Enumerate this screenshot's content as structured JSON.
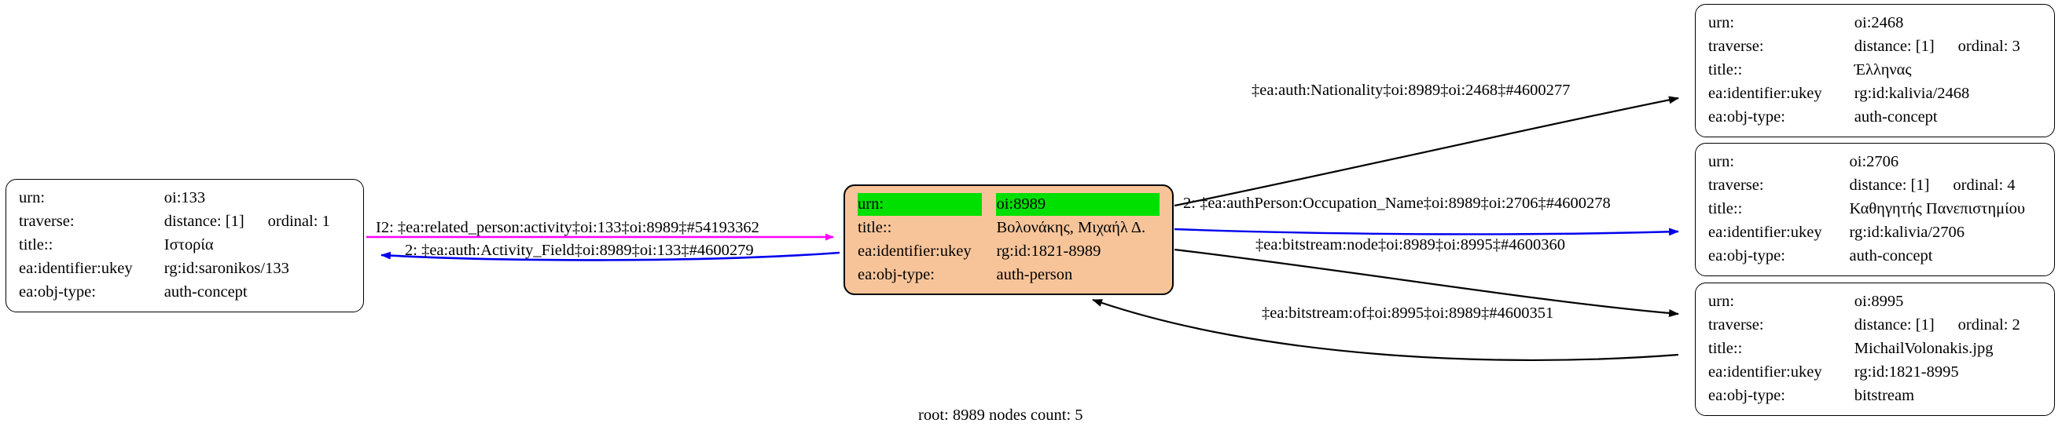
{
  "diagram": {
    "caption": "root: 8989 nodes count: 5",
    "colors": {
      "root_node_fill": "#f7c499",
      "highlight": "#00e000",
      "edge_default": "#000000",
      "edge_magenta": "#ff00ff",
      "edge_blue": "#0000ee",
      "node_border": "#000000",
      "node_fill": "#ffffff"
    },
    "field_labels": {
      "urn": "urn:",
      "traverse": "traverse:",
      "title": "title::",
      "ukey": "ea:identifier:ukey",
      "objtype": "ea:obj-type:"
    },
    "nodes": [
      {
        "id": "oi133",
        "urn": "oi:133",
        "traverse_distance": "distance: [1]",
        "traverse_ordinal": "ordinal: 1",
        "title": "Ιστορία",
        "ukey": "rg:id:saronikos/133",
        "objtype": "auth-concept",
        "highlighted": false
      },
      {
        "id": "oi8989",
        "urn": "oi:8989",
        "traverse_distance": "",
        "traverse_ordinal": "",
        "title": "Βολονάκης, Μιχαήλ Δ.",
        "ukey": "rg:id:1821-8989",
        "objtype": "auth-person",
        "highlighted": true
      },
      {
        "id": "oi2468",
        "urn": "oi:2468",
        "traverse_distance": "distance: [1]",
        "traverse_ordinal": "ordinal: 3",
        "title": "Έλληνας",
        "ukey": "rg:id:kalivia/2468",
        "objtype": "auth-concept",
        "highlighted": false
      },
      {
        "id": "oi2706",
        "urn": "oi:2706",
        "traverse_distance": "distance: [1]",
        "traverse_ordinal": "ordinal: 4",
        "title": "Καθηγητής Πανεπιστημίου",
        "ukey": "rg:id:kalivia/2706",
        "objtype": "auth-concept",
        "highlighted": false
      },
      {
        "id": "oi8995",
        "urn": "oi:8995",
        "traverse_distance": "distance: [1]",
        "traverse_ordinal": "ordinal: 2",
        "title": "MichailVolonakis.jpg",
        "ukey": "rg:id:1821-8995",
        "objtype": "bitstream",
        "highlighted": false
      }
    ],
    "edges": [
      {
        "id": "e-related-person-activity",
        "label": "I2: ‡ea:related_person:activity‡oi:133‡oi:8989‡#54193362",
        "color": "#ff00ff",
        "from": "oi133",
        "to": "oi8989"
      },
      {
        "id": "e-auth-activity-field",
        "label": "2: ‡ea:auth:Activity_Field‡oi:8989‡oi:133‡#4600279",
        "color": "#0000ee",
        "from": "oi8989",
        "to": "oi133"
      },
      {
        "id": "e-auth-nationality",
        "label": "‡ea:auth:Nationality‡oi:8989‡oi:2468‡#4600277",
        "color": "#000000",
        "from": "oi8989",
        "to": "oi2468"
      },
      {
        "id": "e-occupation-name",
        "label": "2: ‡ea:authPerson:Occupation_Name‡oi:8989‡oi:2706‡#4600278",
        "color": "#0000ee",
        "from": "oi8989",
        "to": "oi2706"
      },
      {
        "id": "e-bitstream-node",
        "label": "‡ea:bitstream:node‡oi:8989‡oi:8995‡#4600360",
        "color": "#000000",
        "from": "oi8989",
        "to": "oi8995"
      },
      {
        "id": "e-bitstream-of",
        "label": "‡ea:bitstream:of‡oi:8995‡oi:8989‡#4600351",
        "color": "#000000",
        "from": "oi8995",
        "to": "oi8989"
      }
    ]
  }
}
